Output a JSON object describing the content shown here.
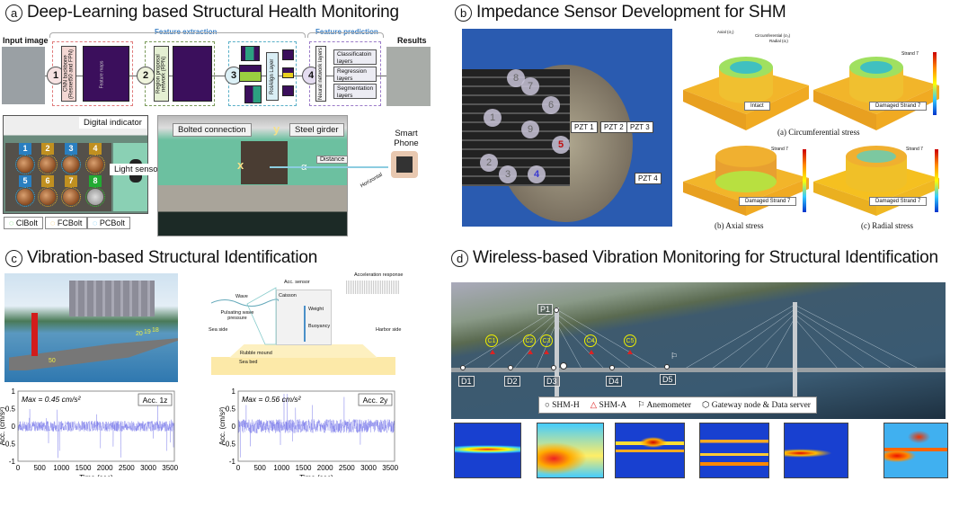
{
  "panels": {
    "a": {
      "letter": "a",
      "title": "Deep-Learning based Structural Health Monitoring",
      "input_label": "Input image",
      "feature_extraction": "Feature extraction",
      "feature_prediction": "Feature prediction",
      "results_label": "Results",
      "stages": [
        "1",
        "2",
        "3",
        "4"
      ],
      "cnn_backbone": "CNN backbone (Resnet50 and FPN)",
      "feature_maps": "Feature maps",
      "rpn": "Region proposal network (RPN)",
      "roialign": "RoIAlign Layer",
      "neural_layers": "Neural network layers",
      "classification": "Classificatoin layers",
      "regression": "Regression layers",
      "segmentation": "Segmentation layers",
      "digital_indicator": "Digital indicator",
      "light_sensor": "Light sensor",
      "bolt_numbers": [
        "1",
        "2",
        "3",
        "4",
        "5",
        "6",
        "7",
        "8"
      ],
      "legend": [
        "ClBolt",
        "FCBolt",
        "PCBolt"
      ],
      "bolted_connection": "Bolted connection",
      "steel_girder": "Steel girder",
      "axis_x": "x",
      "axis_y": "y",
      "alpha": "α",
      "distance": "Distance",
      "horizontal": "Horizontal",
      "smart_phone": "Smart Phone"
    },
    "b": {
      "letter": "b",
      "title": "Impedance Sensor Development for SHM",
      "strands": [
        "1",
        "2",
        "3",
        "4",
        "5",
        "6",
        "7",
        "8",
        "9"
      ],
      "pzt": [
        "PZT 1",
        "PZT 2",
        "PZT 3",
        "PZT 4"
      ],
      "axes_labels": [
        "Axial (σ₂)",
        "Circumferential (σ₀)",
        "Radial (σᵣ)"
      ],
      "strand_label": "Strand 7",
      "fem_labels": [
        "Intact",
        "Damaged Strand 7",
        "Damaged Strand 7",
        "Damaged Strand 7"
      ],
      "captions": [
        "(a) Circumferential stress",
        "(b) Axial stress",
        "(c) Radial stress"
      ]
    },
    "c": {
      "letter": "c",
      "title": "Vibration-based Structural Identification",
      "pier_numbers": [
        "20",
        "19",
        "18",
        "50"
      ],
      "diagram": {
        "acc_sensor": "Acc. sensor",
        "acc_response": "Acceleration response",
        "wave": "Wave",
        "caisson": "Caisson",
        "pulsating": "Pulsating wave pressure",
        "weight": "Weight",
        "buoyancy": "Buoyancy",
        "sea_side": "Sea side",
        "harbor_side": "Harbor side",
        "rubble": "Rubble mound",
        "sea_bed": "Sea bed"
      }
    },
    "d": {
      "letter": "d",
      "title": "Wireless-based Vibration Monitoring for Structural Identification",
      "pylon": "P1",
      "deck_sensors": [
        "D1",
        "D2",
        "D3",
        "D4",
        "D5"
      ],
      "cable_sensors": [
        "C1",
        "C2",
        "C3",
        "C4",
        "C5"
      ],
      "legend": [
        "SHM-H",
        "SHM-A",
        "Anemometer",
        "Gateway node & Data server"
      ],
      "spectrogram_count": 6
    }
  },
  "chart_data": [
    {
      "type": "line",
      "title": "Max = 0.45 cm/s²",
      "legend": "Acc. 1z",
      "xlabel": "Time (sec)",
      "ylabel": "Acc. (cm/s²)",
      "xlim": [
        0,
        3600
      ],
      "ylim": [
        -1,
        1
      ],
      "xticks": [
        "0",
        "500",
        "1000",
        "1500",
        "2000",
        "2500",
        "3000",
        "3500"
      ],
      "yticks": [
        "1",
        "0.5",
        "0",
        "-0.5",
        "-1"
      ],
      "noise_amplitude": 0.15,
      "max": 0.45,
      "color": "#6a6ae8"
    },
    {
      "type": "line",
      "title": "Max = 0.56 cm/s²",
      "legend": "Acc. 2y",
      "xlabel": "Time (sec)",
      "ylabel": "Acc. (cm/s²)",
      "xlim": [
        0,
        3600
      ],
      "ylim": [
        -1,
        1
      ],
      "xticks": [
        "0",
        "500",
        "1000",
        "1500",
        "2000",
        "2500",
        "3000",
        "3500"
      ],
      "yticks": [
        "1",
        "0.5",
        "0",
        "-0.5",
        "-1"
      ],
      "noise_amplitude": 0.2,
      "max": 0.56,
      "color": "#6a6ae8"
    }
  ]
}
